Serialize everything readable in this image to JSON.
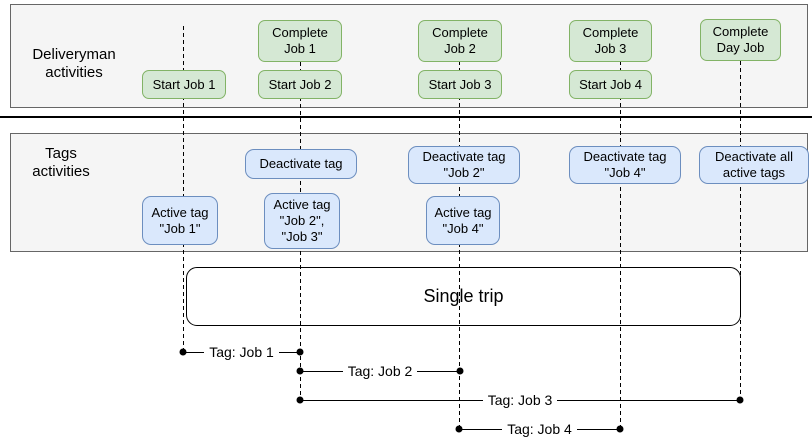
{
  "diagram": {
    "lanes": {
      "deliveryman": {
        "label": "Deliveryman\nactivities",
        "events": [
          {
            "id": "start-job-1",
            "label": "Start Job 1"
          },
          {
            "id": "complete-job-1",
            "label": "Complete\nJob 1"
          },
          {
            "id": "start-job-2",
            "label": "Start Job 2"
          },
          {
            "id": "complete-job-2",
            "label": "Complete\nJob 2"
          },
          {
            "id": "start-job-3",
            "label": "Start Job 3"
          },
          {
            "id": "complete-job-3",
            "label": "Complete\nJob 3"
          },
          {
            "id": "start-job-4",
            "label": "Start Job 4"
          },
          {
            "id": "complete-day-job",
            "label": "Complete\nDay Job"
          }
        ]
      },
      "tags": {
        "label": "Tags\nactivities",
        "events": [
          {
            "id": "active-tag-job-1",
            "label": "Active tag\n\"Job 1\""
          },
          {
            "id": "deactivate-tag",
            "label": "Deactivate tag"
          },
          {
            "id": "active-tag-job-2-3",
            "label": "Active tag\n\"Job 2\",\n\"Job 3\""
          },
          {
            "id": "deactivate-tag-job-2",
            "label": "Deactivate tag\n\"Job 2\""
          },
          {
            "id": "active-tag-job-4",
            "label": "Active tag\n\"Job 4\""
          },
          {
            "id": "deactivate-tag-job-4",
            "label": "Deactivate tag\n\"Job 4\""
          },
          {
            "id": "deactivate-all-active-tags",
            "label": "Deactivate all\nactive tags"
          }
        ]
      }
    },
    "trip": {
      "label": "Single trip"
    },
    "tag_spans": [
      {
        "id": "tag-job-1",
        "label": "Tag: Job 1"
      },
      {
        "id": "tag-job-2",
        "label": "Tag: Job 2"
      },
      {
        "id": "tag-job-3",
        "label": "Tag: Job 3"
      },
      {
        "id": "tag-job-4",
        "label": "Tag: Job 4"
      }
    ],
    "colors": {
      "deliveryman_event_fill": "#d5e8d4",
      "deliveryman_event_stroke": "#82b366",
      "tag_event_fill": "#dae8fc",
      "tag_event_stroke": "#6c8ebf",
      "lane_fill": "#f5f5f5",
      "lane_stroke": "#666666",
      "line_color": "#000000"
    }
  }
}
